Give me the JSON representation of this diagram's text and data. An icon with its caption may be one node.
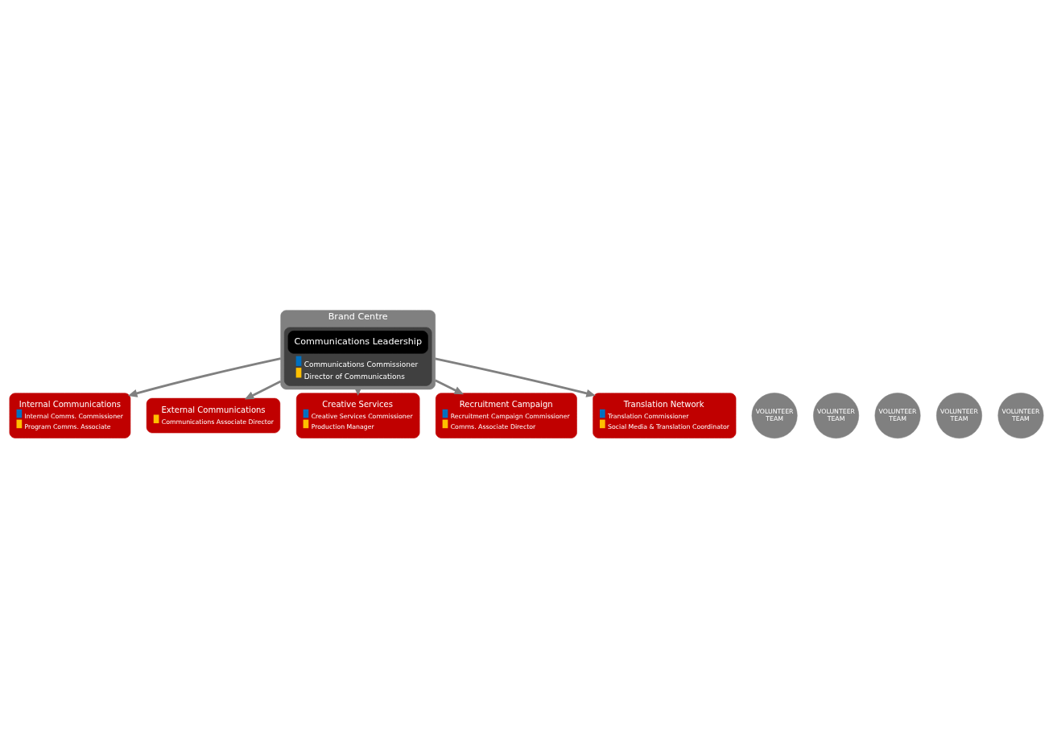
{
  "diagram": {
    "nodes": [
      {
        "text": [
          "Brand Centre"
        ]
      },
      {
        "text": [
          "Communications Commissioner",
          "Director of Communications"
        ],
        "in": 0
      },
      {
        "text": [
          "Communications Leadership"
        ],
        "in": 1
      },
      {
        "text": [
          "Internal Communications",
          "Internal Comms. Commissioner",
          "Program Comms. Associate"
        ]
      },
      {
        "text": [
          "VOLUNTEER TEAM"
        ]
      },
      {
        "text": [
          "External Communications",
          "Communications Associate Director"
        ]
      },
      {
        "text": [
          "VOLUNTEER TEAM"
        ]
      },
      {
        "text": [
          "Creative Services",
          "Creative Services Commissioner",
          "Production Manager"
        ]
      },
      {
        "text": [
          "VOLUNTEER TEAM"
        ]
      },
      {
        "text": [
          "Recruitment Campaign",
          "Recruitment Campaign Commissioner",
          "Comms. Associate Director"
        ]
      },
      {
        "text": [
          "VOLUNTEER TEAM"
        ]
      },
      {
        "text": [
          "Translation Network",
          "Translation Commissioner",
          "Social Media & Translation Coordinator"
        ]
      },
      {
        "text": [
          "VOLUNTEER TEAM"
        ]
      }
    ],
    "edges": [
      {
        "from": 0,
        "to": 3,
        "arrow": "to"
      },
      {
        "from": 0,
        "to": 5,
        "arrow": "to"
      },
      {
        "from": 0,
        "to": 7,
        "arrow": "to"
      },
      {
        "from": 0,
        "to": 9,
        "arrow": "to"
      },
      {
        "from": 0,
        "to": 11,
        "arrow": "to"
      }
    ]
  }
}
